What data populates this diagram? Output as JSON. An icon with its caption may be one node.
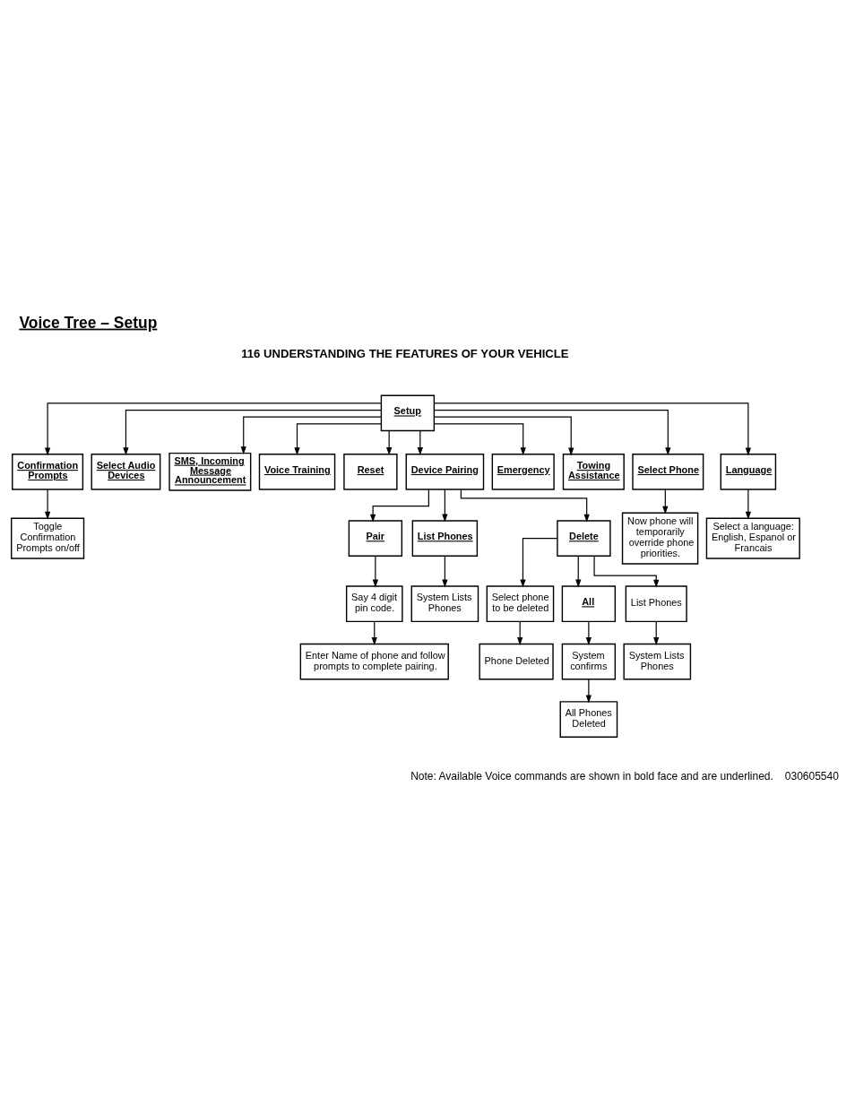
{
  "diagram": {
    "title": "Voice Tree – Setup",
    "nodes": [
      {
        "text": [
          "Setup"
        ]
      },
      {
        "text": [
          "Confirmation Prompts"
        ]
      },
      {
        "text": [
          "Select Audio Devices"
        ]
      },
      {
        "text": [
          "SMS, Incoming Message Announcement"
        ]
      },
      {
        "text": [
          "Voice Training"
        ]
      },
      {
        "text": [
          "Reset"
        ]
      },
      {
        "text": [
          "Device Pairing"
        ]
      },
      {
        "text": [
          "Emergency"
        ]
      },
      {
        "text": [
          "Towing Assistance"
        ]
      },
      {
        "text": [
          "Select Phone"
        ]
      },
      {
        "text": [
          "Language"
        ]
      },
      {
        "text": [
          "Toggle Confirmation Prompts on/off"
        ]
      },
      {
        "text": [
          "Pair"
        ]
      },
      {
        "text": [
          "List Phones"
        ]
      },
      {
        "text": [
          "Delete"
        ]
      },
      {
        "text": [
          "Now phone will temporarily override phone priorities."
        ]
      },
      {
        "text": [
          "Select a language: English, Espanol or Francais"
        ]
      },
      {
        "text": [
          "Say 4 digit pin code."
        ]
      },
      {
        "text": [
          "System Lists Phones"
        ]
      },
      {
        "text": [
          "Select phone to be deleted"
        ]
      },
      {
        "text": [
          "All"
        ]
      },
      {
        "text": [
          "List Phones"
        ]
      },
      {
        "text": [
          "Enter Name of phone and follow prompts to complete pairing."
        ]
      },
      {
        "text": [
          "Phone Deleted"
        ]
      },
      {
        "text": [
          "System confirms"
        ]
      },
      {
        "text": [
          "System Lists Phones"
        ]
      },
      {
        "text": [
          "All Phones Deleted"
        ]
      }
    ],
    "edges": [
      {
        "from": 0,
        "to": 1,
        "arrow": "to"
      },
      {
        "from": 0,
        "to": 2,
        "arrow": "to"
      },
      {
        "from": 0,
        "to": 3,
        "arrow": "to"
      },
      {
        "from": 0,
        "to": 4,
        "arrow": "to"
      },
      {
        "from": 0,
        "to": 5,
        "arrow": "to"
      },
      {
        "from": 0,
        "to": 6,
        "arrow": "to"
      },
      {
        "from": 0,
        "to": 7,
        "arrow": "to"
      },
      {
        "from": 0,
        "to": 8,
        "arrow": "to"
      },
      {
        "from": 0,
        "to": 9,
        "arrow": "to"
      },
      {
        "from": 0,
        "to": 10,
        "arrow": "to"
      },
      {
        "from": 1,
        "to": 11,
        "arrow": "to"
      },
      {
        "from": 6,
        "to": 12,
        "arrow": "to"
      },
      {
        "from": 6,
        "to": 13,
        "arrow": "to"
      },
      {
        "from": 6,
        "to": 14,
        "arrow": "to"
      },
      {
        "from": 9,
        "to": 15,
        "arrow": "to"
      },
      {
        "from": 10,
        "to": 16,
        "arrow": "to"
      },
      {
        "from": 12,
        "to": 17,
        "arrow": "to"
      },
      {
        "from": 13,
        "to": 18,
        "arrow": "to"
      },
      {
        "from": 14,
        "to": 19,
        "arrow": "to"
      },
      {
        "from": 14,
        "to": 20,
        "arrow": "to"
      },
      {
        "from": 14,
        "to": 21,
        "arrow": "to"
      },
      {
        "from": 17,
        "to": 22,
        "arrow": "to"
      },
      {
        "from": 19,
        "to": 23,
        "arrow": "to"
      },
      {
        "from": 20,
        "to": 24,
        "arrow": "to"
      },
      {
        "from": 21,
        "to": 25,
        "arrow": "to"
      },
      {
        "from": 24,
        "to": 26,
        "arrow": "to"
      }
    ],
    "labels": [
      "116 UNDERSTANDING THE FEATURES OF YOUR VEHICLE",
      "Note: Available Voice commands are shown in bold face and are underlined.",
      "030605540"
    ]
  }
}
